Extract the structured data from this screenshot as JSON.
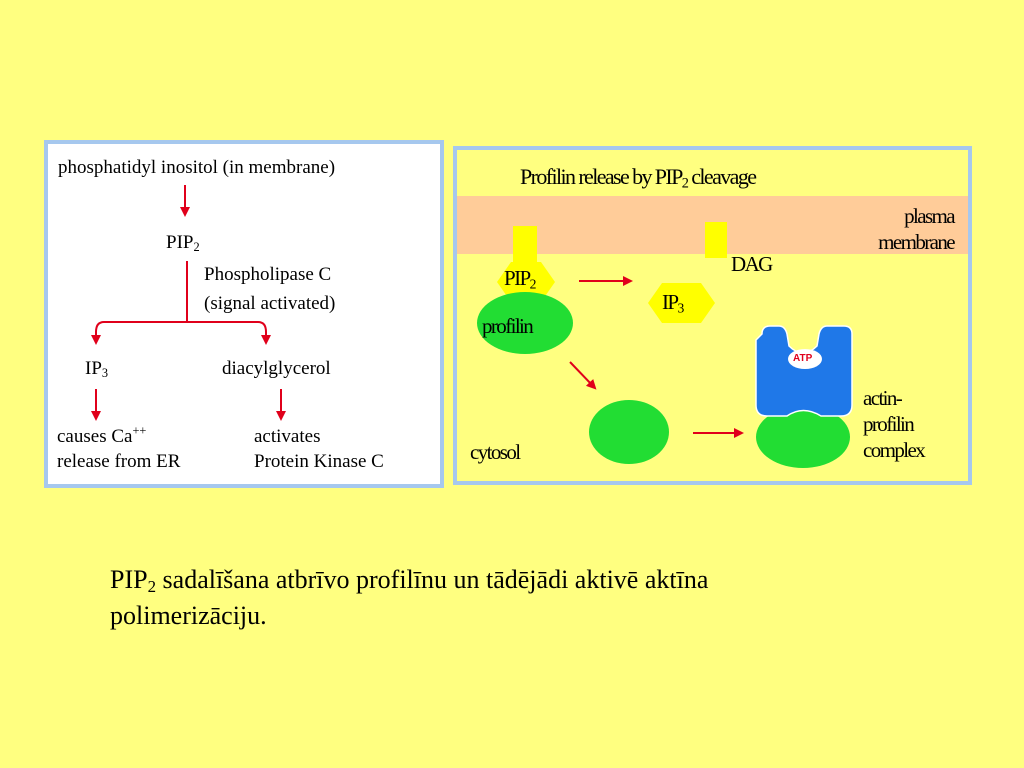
{
  "left": {
    "top_text": "phosphatidyl inositol (in membrane)",
    "pip": "PIP",
    "pip_sub": "2",
    "enzyme_line1": "Phospholipase C",
    "enzyme_line2": "(signal activated)",
    "ip": "IP",
    "ip_sub": "3",
    "dag": "diacylglycerol",
    "ca_line1": "causes Ca",
    "ca_sup": "++",
    "ca_line2": "release from ER",
    "pkc_line1": "activates",
    "pkc_line2": "Protein Kinase C"
  },
  "right": {
    "title_prefix": "Profilin release by PIP",
    "title_sub": "2",
    "title_suffix": " cleavage",
    "membrane_line1": "plasma",
    "membrane_line2": "membrane",
    "dag": "DAG",
    "pip": "PIP",
    "pip_sub": "2",
    "profilin": "profilin",
    "ip": "IP",
    "ip_sub": "3",
    "atp": "ATP",
    "complex_line1": "actin-",
    "complex_line2": "profilin",
    "complex_line3": "complex",
    "cytosol": "cytosol"
  },
  "caption": {
    "pip": "PIP",
    "pip_sub": "2",
    "line_rest": " sadalīšana atbrīvo profilīnu un tādējādi aktivē aktīna",
    "line2": "polimerizāciju."
  },
  "colors": {
    "background": "#ffff80",
    "panel_border": "#a6c8ee",
    "arrow": "#e0001b",
    "membrane": "#ffcc99",
    "profilin": "#22dd33",
    "actin": "#1f78e8",
    "lipid_head": "#ffff00"
  }
}
